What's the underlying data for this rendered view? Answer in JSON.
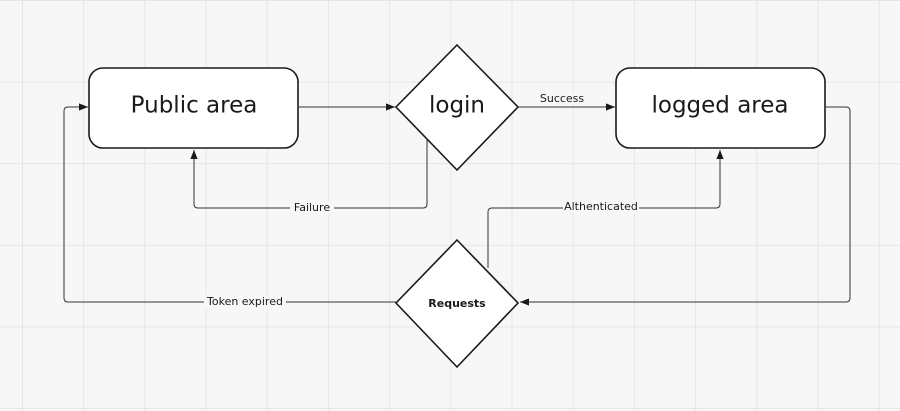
{
  "nodes": {
    "public_area": "Public area",
    "login": "login",
    "logged_area": "logged area",
    "requests": "Requests"
  },
  "edges": {
    "success": "Success",
    "failure": "Failure",
    "authenticated": "Althenticated",
    "token_expired": "Token expired"
  },
  "colors": {
    "stroke": "#1a1a1a",
    "grid": "#e6e6e6",
    "background": "#f7f7f7"
  }
}
